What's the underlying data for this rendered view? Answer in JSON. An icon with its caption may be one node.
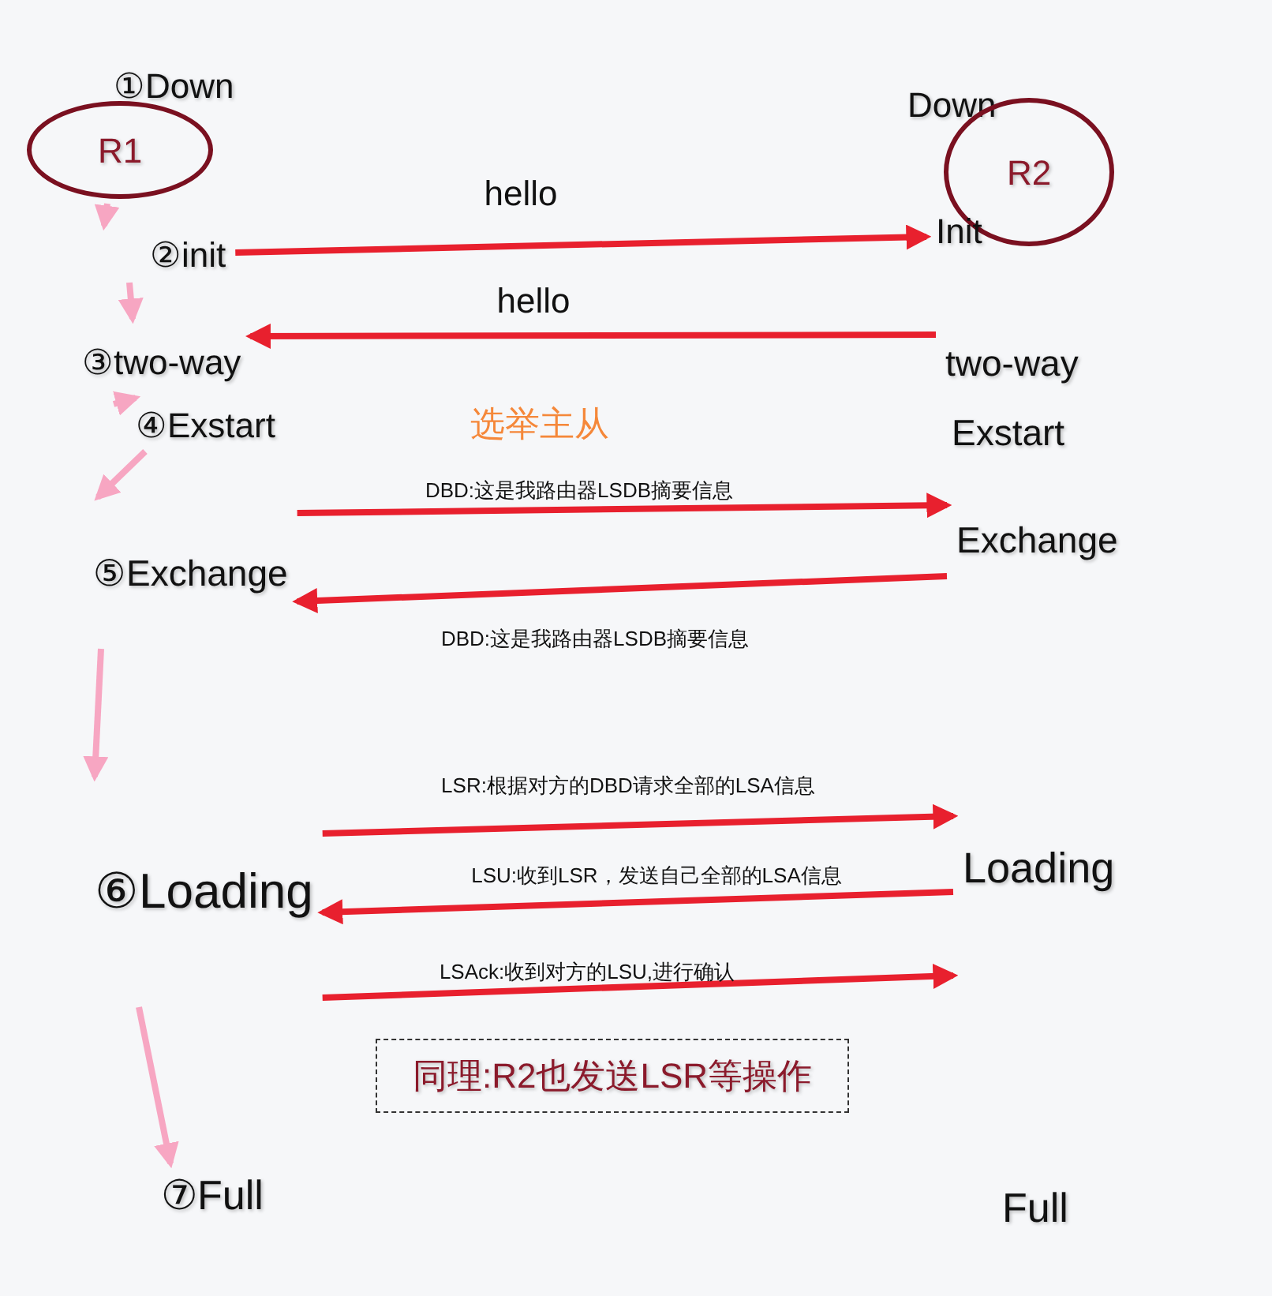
{
  "diagram": {
    "nodes": [
      {
        "text": [
          "①Down"
        ]
      },
      {
        "text": [
          "R1"
        ]
      },
      {
        "text": [
          "Down"
        ]
      },
      {
        "text": [
          "R2"
        ]
      },
      {
        "text": [
          "②init"
        ]
      },
      {
        "text": [
          "Init"
        ]
      },
      {
        "text": [
          "③two-way"
        ]
      },
      {
        "text": [
          "two-way"
        ]
      },
      {
        "text": [
          "④Exstart"
        ]
      },
      {
        "text": [
          "Exstart"
        ]
      },
      {
        "text": [
          "⑤Exchange"
        ]
      },
      {
        "text": [
          "Exchange"
        ]
      },
      {
        "text": [
          "⑥Loading"
        ]
      },
      {
        "text": [
          "Loading"
        ]
      },
      {
        "text": [
          "同理:R2也发送LSR等操作"
        ]
      },
      {
        "text": [
          "⑦Full"
        ]
      },
      {
        "text": [
          "Full"
        ]
      }
    ],
    "edges": [
      {
        "from": 1,
        "to": 4,
        "arrow": "to",
        "color": "#f7a6c2"
      },
      {
        "from": 4,
        "to": 6,
        "arrow": "to",
        "color": "#f7a6c2"
      },
      {
        "from": 6,
        "to": 8,
        "arrow": "to",
        "color": "#f7a6c2"
      },
      {
        "from": 8,
        "to": 10,
        "arrow": "to",
        "color": "#f7a6c2"
      },
      {
        "from": 10,
        "to": 12,
        "arrow": "to",
        "color": "#f7a6c2"
      },
      {
        "from": 12,
        "to": 15,
        "arrow": "to",
        "color": "#f7a6c2"
      },
      {
        "from": 4,
        "to": 5,
        "arrow": "to",
        "label": "hello"
      },
      {
        "from": 7,
        "to": 6,
        "arrow": "to",
        "label": "hello"
      },
      {
        "from": 10,
        "to": 11,
        "arrow": "to",
        "label": "DBD:这是我路由器LSDB摘要信息"
      },
      {
        "from": 11,
        "to": 10,
        "arrow": "to",
        "label": "DBD:这是我路由器LSDB摘要信息"
      },
      {
        "from": 12,
        "to": 13,
        "arrow": "to",
        "label": "LSR:根据对方的DBD请求全部的LSA信息"
      },
      {
        "from": 13,
        "to": 12,
        "arrow": "to",
        "label": "LSU:收到LSR，发送自己全部的LSA信息"
      },
      {
        "from": 12,
        "to": 13,
        "arrow": "to",
        "label": "LSAck:收到对方的LSU,进行确认"
      }
    ],
    "labels": [
      "选举主从"
    ]
  }
}
